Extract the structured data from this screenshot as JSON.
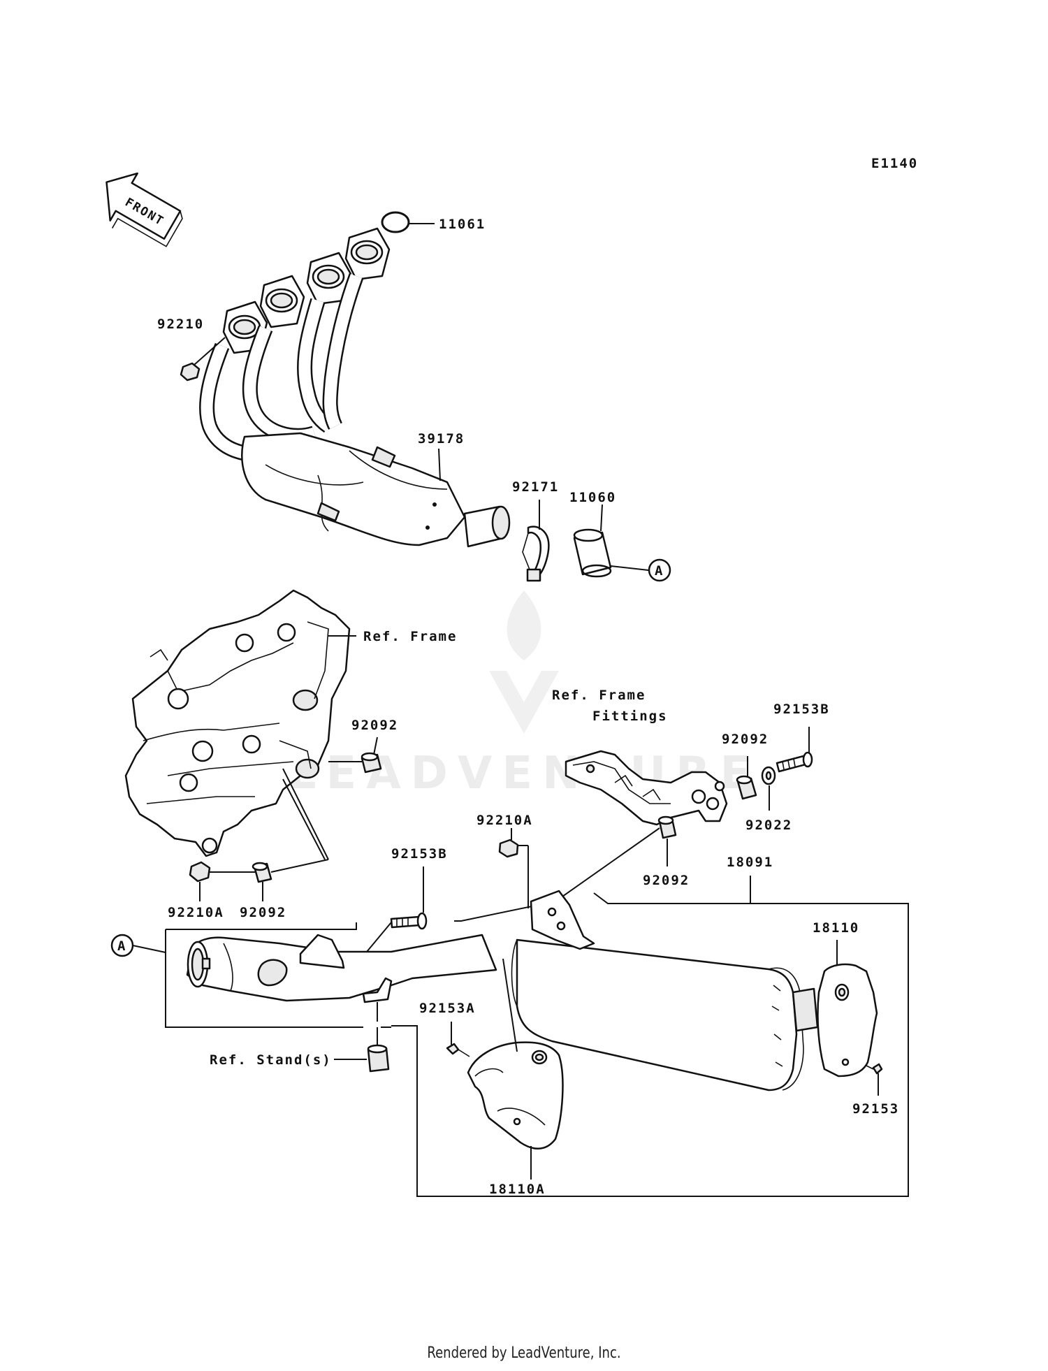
{
  "diagram_code": "E1140",
  "front_label": "FRONT",
  "ref_labels": {
    "frame": "Ref. Frame",
    "frame_fittings_1": "Ref. Frame",
    "frame_fittings_2": "Fittings",
    "stands": "Ref. Stand(s)"
  },
  "connector": "A",
  "parts": {
    "p11061": "11061",
    "p92210": "92210",
    "p39178": "39178",
    "p92171": "92171",
    "p11060": "11060",
    "p92092_a": "92092",
    "p92092_b": "92092",
    "p92092_c": "92092",
    "p92092_d": "92092",
    "p92153B_a": "92153B",
    "p92153B_b": "92153B",
    "p92022": "92022",
    "p92210A_a": "92210A",
    "p92210A_b": "92210A",
    "p18091": "18091",
    "p18110": "18110",
    "p18110A": "18110A",
    "p92153A": "92153A",
    "p92153": "92153"
  },
  "watermark": "LEADVENTURE",
  "footer": "Rendered by LeadVenture, Inc."
}
